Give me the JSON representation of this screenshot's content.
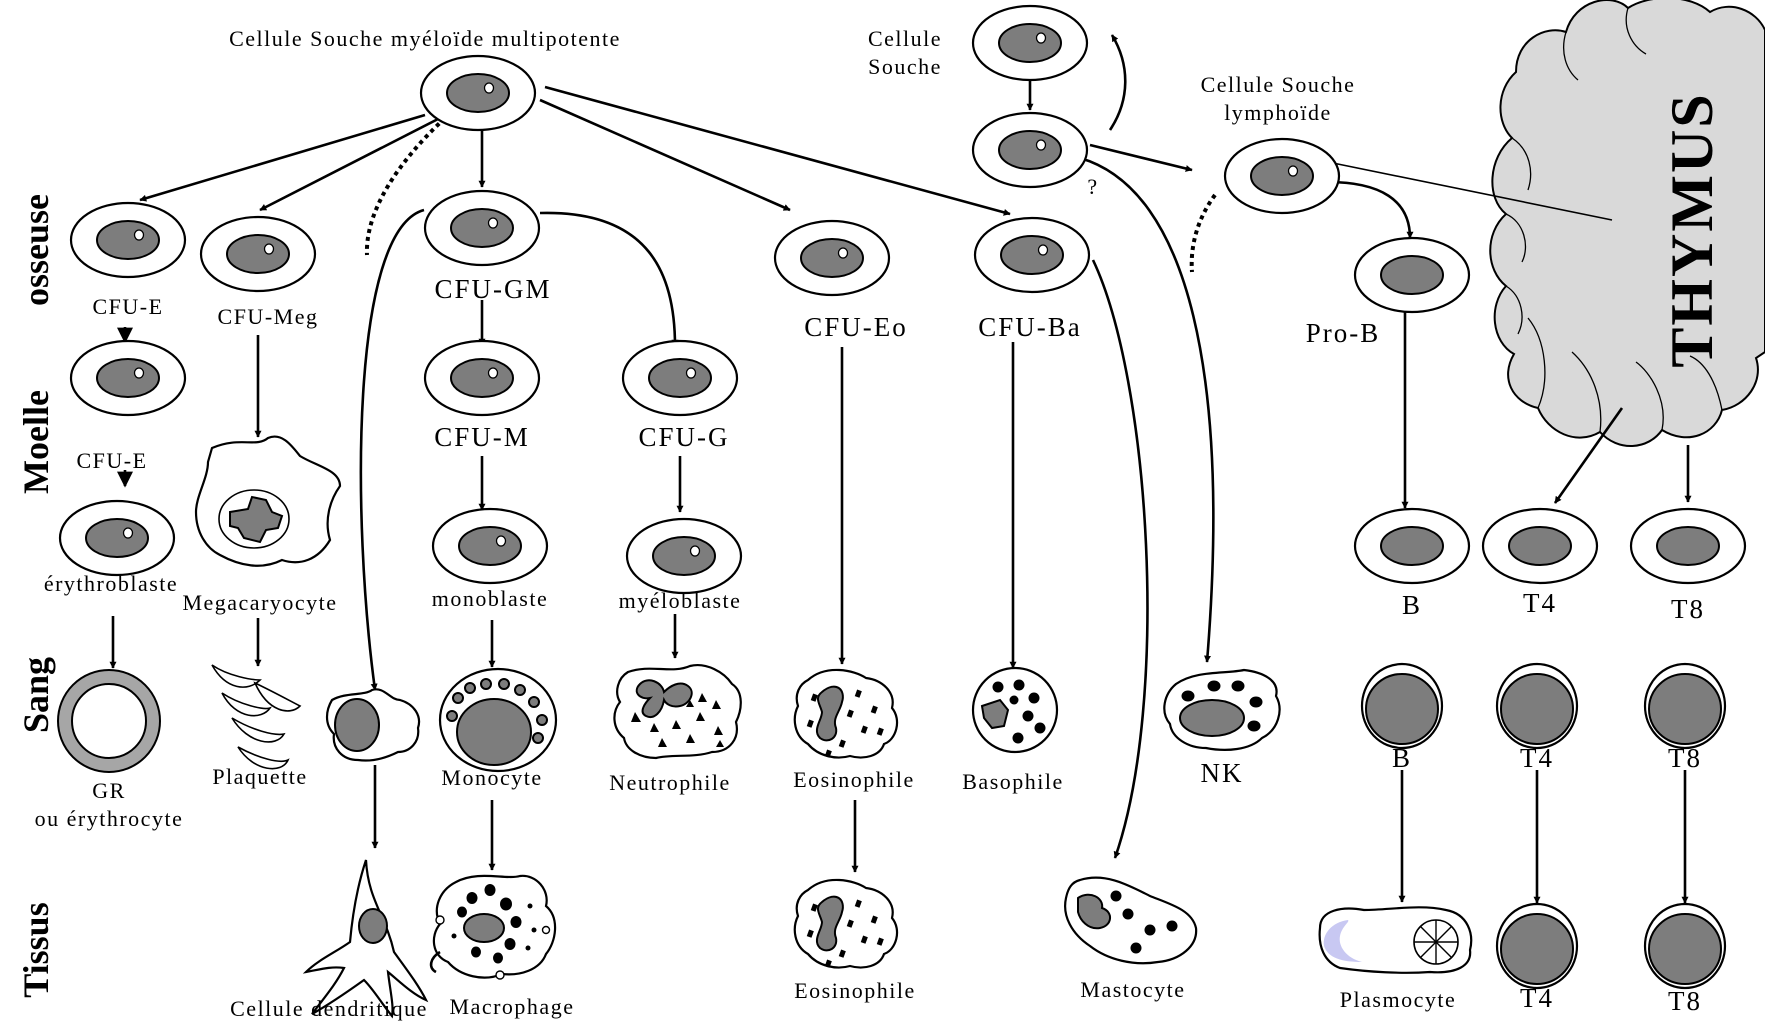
{
  "side_labels": {
    "moelle_osseuse_a": "osseuse",
    "moelle_osseuse_b": "Moelle",
    "sang": "Sang",
    "tissus": "Tissus"
  },
  "thymus": "THYMUS",
  "labels": {
    "myeloid_stem": "Cellule Souche myéloïde multipotente",
    "stem_a": "Cellule",
    "stem_b": "Souche",
    "lymphoid_a": "Cellule Souche",
    "lymphoid_b": "lymphoïde",
    "question": "?",
    "cfu_e_1": "CFU-E",
    "cfu_meg": "CFU-Meg",
    "cfu_gm": "CFU-GM",
    "cfu_eo": "CFU-Eo",
    "cfu_ba": "CFU-Ba",
    "pro_b": "Pro-B",
    "cfu_e_2": "CFU-E",
    "cfu_m": "CFU-M",
    "cfu_g": "CFU-G",
    "erythroblaste": "érythroblaste",
    "megacaryocyte": "Megacaryocyte",
    "monoblaste": "monoblaste",
    "myeloblaste": "myéloblaste",
    "b_marrow": "B",
    "t4_marrow": "T4",
    "t8_marrow": "T8",
    "gr_a": "GR",
    "gr_b": "ou érythrocyte",
    "plaquette": "Plaquette",
    "monocyte": "Monocyte",
    "neutrophile": "Neutrophile",
    "eosinophile_blood": "Eosinophile",
    "basophile": "Basophile",
    "nk": "NK",
    "b_blood": "B",
    "t4_blood": "T4",
    "t8_blood": "T8",
    "cellule_dendritique": "Cellule dendritique",
    "macrophage": "Macrophage",
    "eosinophile_tissue": "Eosinophile",
    "mastocyte": "Mastocyte",
    "plasmocyte": "Plasmocyte",
    "t4_tissue": "T4",
    "t8_tissue": "T8"
  },
  "colors": {
    "nucleus": "#7d7d7d",
    "thymus_fill": "#d9d9d9",
    "erythrocyte_ring": "#a6a6a6",
    "plasmocyte_accent": "#c8c8f2"
  }
}
